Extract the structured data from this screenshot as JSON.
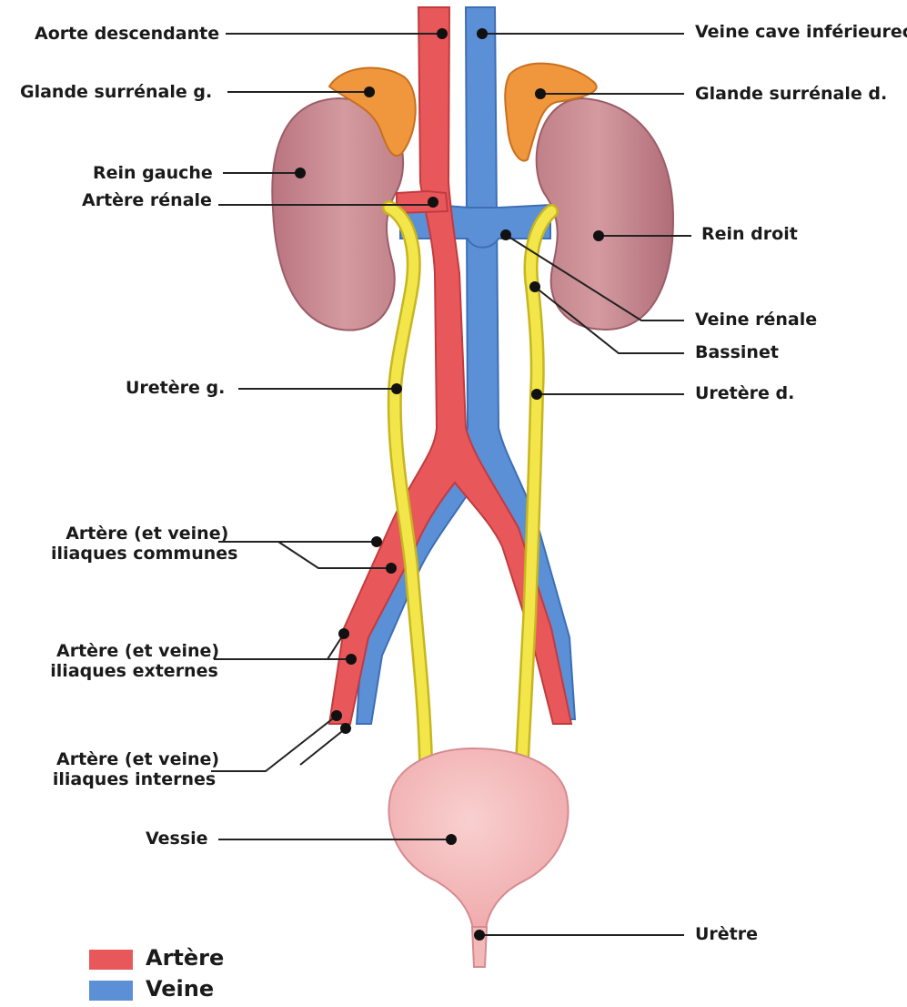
{
  "labels": {
    "aorte": "Aorte descendante",
    "veine_cave": "Veine cave inférieurec",
    "surrenale_g": "Glande surrénale g.",
    "surrenale_d": "Glande surrénale d.",
    "rein_gauche": "Rein gauche",
    "artere_renale": "Artère rénale",
    "rein_droit": "Rein droit",
    "veine_renale": "Veine rénale",
    "bassinet": "Bassinet",
    "uretere_g": "Uretère g.",
    "uretere_d": "Uretère d.",
    "iliaques_communes_1": "Artère (et veine)",
    "iliaques_communes_2": "iliaques communes",
    "iliaques_externes_1": "Artère (et veine)",
    "iliaques_externes_2": "iliaques externes",
    "iliaques_internes_1": "Artère (et veine)",
    "iliaques_internes_2": "iliaques internes",
    "vessie": "Vessie",
    "uretre": "Urètre"
  },
  "legend": [
    {
      "label": "Artère",
      "color": "#e8585a"
    },
    {
      "label": "Veine",
      "color": "#5b8fd6"
    }
  ],
  "colors": {
    "artery": "#e8585a",
    "vein": "#5b8fd6",
    "kidney": "#c88a92",
    "adrenal": "#f0963c",
    "ureter": "#f2e64a",
    "bladder": "#f3b8b8"
  }
}
